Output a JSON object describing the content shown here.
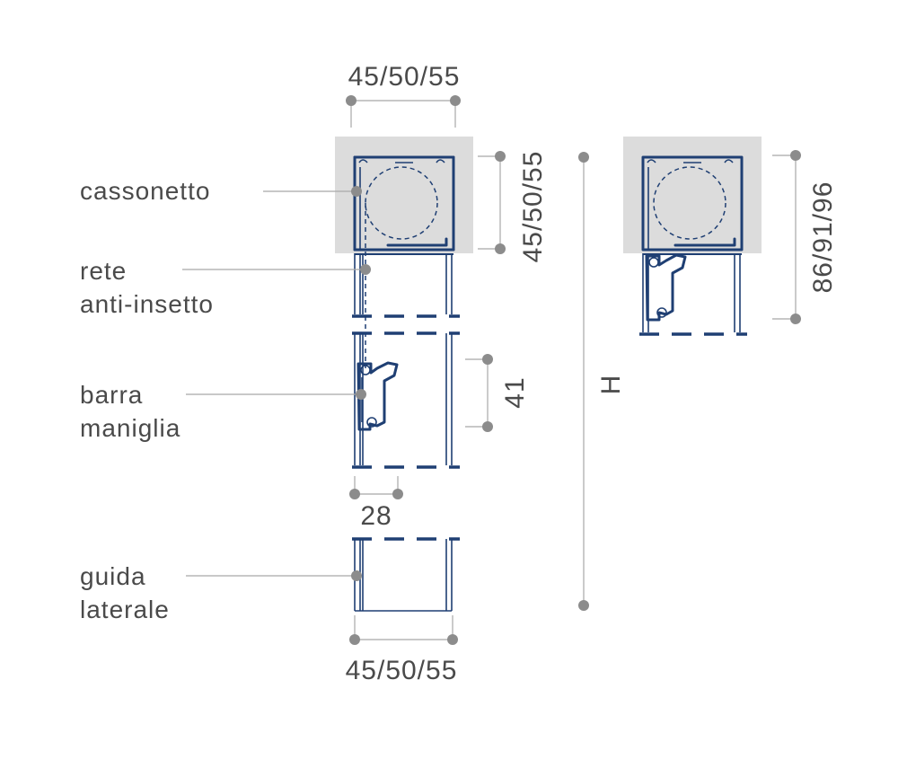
{
  "colors": {
    "profile": "#1f3f73",
    "housing": "#dcdcdc",
    "leader": "#a8a8a8",
    "dot": "#8c8c8c",
    "text": "#4a4a4a"
  },
  "labels": {
    "cassonetto": "cassonetto",
    "rete_line1": "rete",
    "rete_line2": "anti-insetto",
    "barra_line1": "barra",
    "barra_line2": "maniglia",
    "guida_line1": "guida",
    "guida_line2": "laterale"
  },
  "dimensions": {
    "top_width": "45/50/55",
    "box_height": "45/50/55",
    "handle_height": "41",
    "handle_depth": "28",
    "bottom_width": "45/50/55",
    "total_height": "H",
    "side_height": "86/91/96"
  }
}
